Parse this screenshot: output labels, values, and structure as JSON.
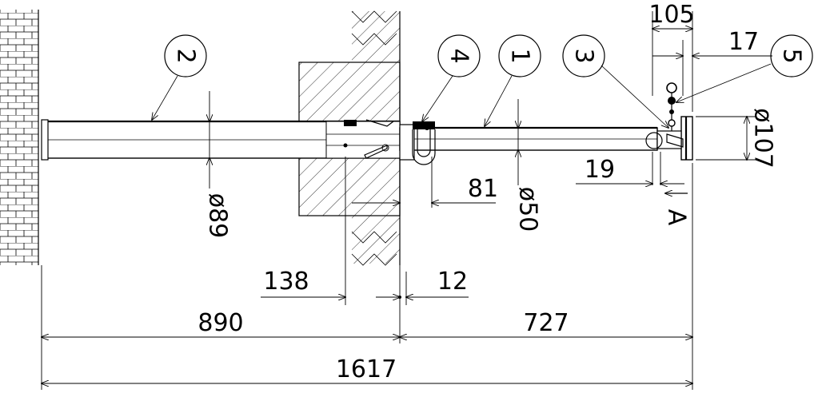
{
  "balloons": {
    "b1": "1",
    "b2": "2",
    "b3": "3",
    "b4": "4",
    "b5": "5"
  },
  "dimensions": {
    "d105": "105",
    "d17": "17",
    "d107": "ø107",
    "d19": "19",
    "d81": "81",
    "d50": "ø50",
    "d89": "ø89",
    "d138": "138",
    "d12": "12",
    "d890": "890",
    "d727": "727",
    "d1617": "1617"
  },
  "view_label": "A"
}
